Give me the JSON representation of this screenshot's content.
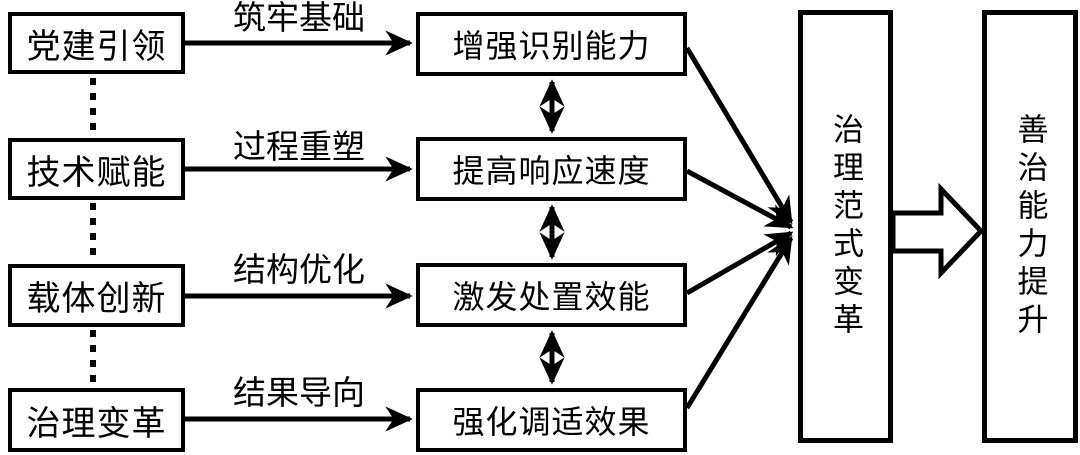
{
  "diagram": {
    "colors": {
      "stroke": "#000000",
      "background": "#ffffff",
      "box_fill": "#ffffff"
    },
    "left_column": [
      {
        "label": "党建引领",
        "arrow_label": "筑牢基础"
      },
      {
        "label": "技术赋能",
        "arrow_label": "过程重塑"
      },
      {
        "label": "载体创新",
        "arrow_label": "结构优化"
      },
      {
        "label": "治理变革",
        "arrow_label": "结果导向"
      }
    ],
    "middle_column": [
      {
        "label": "增强识别能力"
      },
      {
        "label": "提高响应速度"
      },
      {
        "label": "激发处置效能"
      },
      {
        "label": "强化调适效果"
      }
    ],
    "right_column": [
      {
        "label": "治理范式变革"
      },
      {
        "label": "善治能力提升"
      }
    ]
  }
}
